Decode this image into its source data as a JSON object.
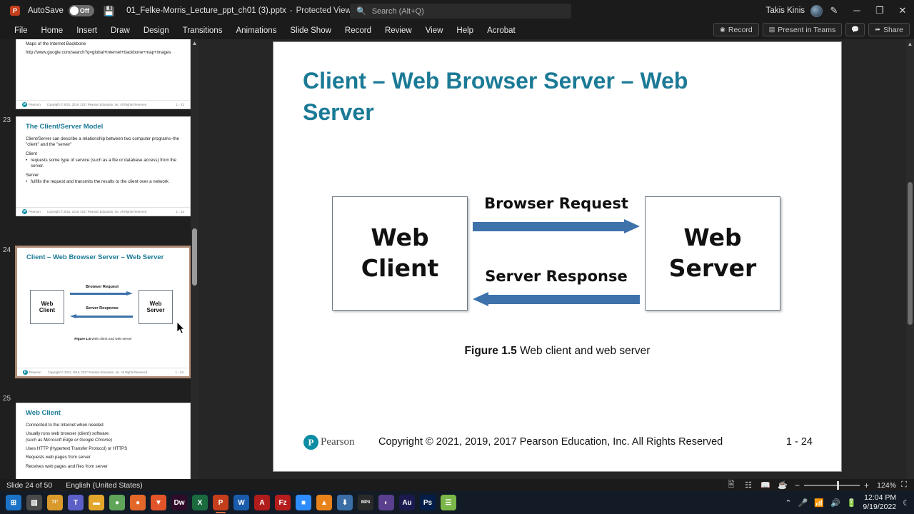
{
  "titlebar": {
    "app_icon": "powerpoint-icon",
    "autosave_label": "AutoSave",
    "autosave_state": "Off",
    "save_icon": "save-icon",
    "filename": "01_Felke-Morris_Lecture_ppt_ch01 (3).pptx",
    "separator": "-",
    "status": "Protected View • Saved to this PC",
    "user_name": "Takis Kinis",
    "pen_icon": "pen-icon",
    "minimize": "─",
    "restore": "❐",
    "close": "✕"
  },
  "search": {
    "placeholder": "Search (Alt+Q)",
    "icon": "search-icon"
  },
  "ribbon": {
    "tabs": [
      "File",
      "Home",
      "Insert",
      "Draw",
      "Design",
      "Transitions",
      "Animations",
      "Slide Show",
      "Record",
      "Review",
      "View",
      "Help",
      "Acrobat"
    ],
    "record_label": "Record",
    "present_teams_label": "Present in Teams",
    "comments_icon": "comment-icon",
    "share_label": "Share"
  },
  "thumbnails": [
    {
      "number": "22",
      "title": "",
      "lines": [
        "Maps of the Internet Backbone",
        "http://www.google.com/search?q=global+internet+backbone+map+images"
      ],
      "footer_copy": "Copyright © 2021, 2019, 2017 Pearson Education, Inc. All Rights Reserved",
      "footer_num": "1 - 22",
      "selected": false
    },
    {
      "number": "23",
      "title": "The Client/Server Model",
      "lines": [
        "Client/Server can describe a relationship between two computer programs–the \"client\" and the \"server\"",
        "Client",
        "requests some type of service (such as a file or database access) from the server.",
        "Server",
        "fulfills the request and transmits the results to the client over a network"
      ],
      "footer_copy": "Copyright © 2021, 2019, 2017 Pearson Education, Inc. All Rights Reserved",
      "footer_num": "1 - 23",
      "selected": false
    },
    {
      "number": "24",
      "title": "Client – Web Browser Server – Web Server",
      "client_box": "Web Client",
      "server_box": "Web Server",
      "arrow1_label": "Browser Request",
      "arrow2_label": "Server Response",
      "figure_bold": "Figure 1.5",
      "figure_rest": " Web client and web server",
      "footer_copy": "Copyright © 2021, 2019, 2017 Pearson Education, Inc. All Rights Reserved",
      "footer_num": "1 - 24",
      "selected": true
    },
    {
      "number": "25",
      "title": "Web Client",
      "lines": [
        "Connected to the Internet when needed",
        "Usually runs web browser (client) software",
        "(such as Microsoft Edge or Google Chrome)",
        "Uses HTTP (Hypertext Transfer Protocol) or HTTPS",
        "Requests web pages from server",
        "Receives web pages and files from server"
      ],
      "footer_copy": "",
      "footer_num": "",
      "selected": false
    }
  ],
  "slide": {
    "title_line1": "Client – Web Browser Server – Web",
    "title_line2": "Server",
    "title_color": "#1b7a96",
    "client_box_l1": "Web",
    "client_box_l2": "Client",
    "server_box_l1": "Web",
    "server_box_l2": "Server",
    "arrow_request_label": "Browser Request",
    "arrow_response_label": "Server Response",
    "arrow_color": "#3d72ab",
    "figure_bold": "Figure 1.5",
    "figure_rest": " Web client and web server",
    "pearson_letter": "P",
    "pearson_word": "Pearson",
    "copyright": "Copyright © 2021, 2019, 2017 Pearson Education, Inc. All Rights Reserved",
    "page_number": "1 - 24"
  },
  "statusbar": {
    "slide_counter": "Slide 24 of 50",
    "language": "English (United States)",
    "views": [
      "normal-view",
      "slide-sorter-view",
      "reading-view",
      "slide-show-view"
    ],
    "zoom_minus": "−",
    "zoom_plus": "+",
    "zoom_value": "124%",
    "fit_icon": "fit-to-window-icon"
  },
  "taskbar": {
    "icons": [
      {
        "name": "start-icon",
        "glyph": "⊞",
        "bg": "#1b72c6",
        "active": false
      },
      {
        "name": "task-view-icon",
        "glyph": "▧",
        "bg": "#4a4a4a",
        "active": false
      },
      {
        "name": "weather-widget-icon",
        "glyph": "71°",
        "bg": "#d99a2b",
        "active": false
      },
      {
        "name": "teams-icon",
        "glyph": "T",
        "bg": "#5b5fc7",
        "active": false
      },
      {
        "name": "file-explorer-icon",
        "glyph": "▬",
        "bg": "#e3a62c",
        "active": false
      },
      {
        "name": "chrome-icon",
        "glyph": "●",
        "bg": "#5fa55a",
        "active": false
      },
      {
        "name": "firefox-icon",
        "glyph": "●",
        "bg": "#e4672a",
        "active": false
      },
      {
        "name": "brave-icon",
        "glyph": "▼",
        "bg": "#e2552a",
        "active": false
      },
      {
        "name": "dreamweaver-icon",
        "glyph": "Dw",
        "bg": "#2e0b29",
        "active": false
      },
      {
        "name": "excel-icon",
        "glyph": "X",
        "bg": "#1b6b3f",
        "active": false
      },
      {
        "name": "powerpoint-icon",
        "glyph": "P",
        "bg": "#c43e1c",
        "active": true
      },
      {
        "name": "word-icon",
        "glyph": "W",
        "bg": "#1b5bab",
        "active": false
      },
      {
        "name": "acrobat-icon",
        "glyph": "A",
        "bg": "#b01c1c",
        "active": false
      },
      {
        "name": "filezilla-icon",
        "glyph": "Fz",
        "bg": "#b51d1d",
        "active": false
      },
      {
        "name": "zoom-icon",
        "glyph": "■",
        "bg": "#2d8cff",
        "active": false
      },
      {
        "name": "vlc-icon",
        "glyph": "▲",
        "bg": "#e8821a",
        "active": false
      },
      {
        "name": "download-icon",
        "glyph": "⬇",
        "bg": "#3a6ea5",
        "active": false
      },
      {
        "name": "mp4-file-icon",
        "glyph": "MP4",
        "bg": "#2a2a2a",
        "active": false
      },
      {
        "name": "media-icon",
        "glyph": "◐",
        "bg": "#5b3f8f",
        "active": false
      },
      {
        "name": "audition-icon",
        "glyph": "Au",
        "bg": "#1a1a4e",
        "active": false
      },
      {
        "name": "photoshop-icon",
        "glyph": "Ps",
        "bg": "#041e49",
        "active": false
      },
      {
        "name": "notes-icon",
        "glyph": "☰",
        "bg": "#7ab648",
        "active": false
      }
    ],
    "tray": {
      "chevron": "⌃",
      "mic_icon": "microphone-icon",
      "wifi_icon": "wifi-icon",
      "volume_icon": "volume-icon",
      "battery_icon": "battery-icon",
      "time": "12:04 PM",
      "date": "9/19/2022",
      "dnd_icon": "moon-icon"
    }
  }
}
